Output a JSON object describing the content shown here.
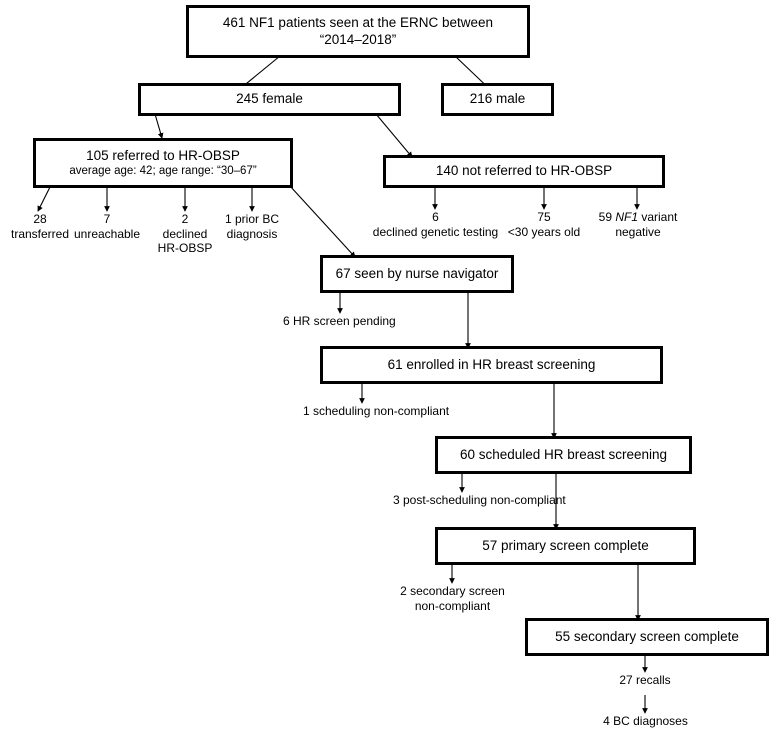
{
  "figure": {
    "type": "flowchart",
    "title": "NF1 patient breast screening referral flow",
    "stroke_color": "#000000",
    "background_color": "#ffffff"
  },
  "nodes": {
    "root": {
      "line1": "461 NF1 patients seen at the ERNC between",
      "line2": "“2014–2018”"
    },
    "female": {
      "line1": "245 female"
    },
    "male": {
      "line1": "216 male"
    },
    "referred": {
      "line1": "105 referred to HR-OBSP",
      "line2": "average age: 42; age range: “30–67”"
    },
    "not_referred": {
      "line1": "140 not referred to HR-OBSP"
    },
    "nurse": {
      "line1": "67 seen by nurse navigator"
    },
    "enrolled": {
      "line1": "61 enrolled in HR breast screening"
    },
    "scheduled": {
      "line1": "60 scheduled HR breast screening"
    },
    "primary": {
      "line1": "57 primary screen complete"
    },
    "secondary": {
      "line1": "55 secondary screen complete"
    }
  },
  "labels": {
    "transferred": "28\ntransferred",
    "unreachable": "7\nunreachable",
    "declined_hrobsp": "2\ndeclined\nHR-OBSP",
    "prior_bc": "1 prior BC\ndiagnosis",
    "declined_genetic": "6\ndeclined genetic testing",
    "under30": "75\n<30 years old",
    "nf1_negative_pre": "59 ",
    "nf1_negative_ital": "NF1",
    "nf1_negative_post": " variant\nnegative",
    "hr_pending": "6 HR screen pending",
    "sched_noncompliant": "1 scheduling non-compliant",
    "post_sched_noncompliant": "3 post-scheduling non-compliant",
    "secondary_noncompliant": "2 secondary screen\nnon-compliant",
    "recalls": "27 recalls",
    "bc_diagnoses": "4 BC diagnoses"
  }
}
